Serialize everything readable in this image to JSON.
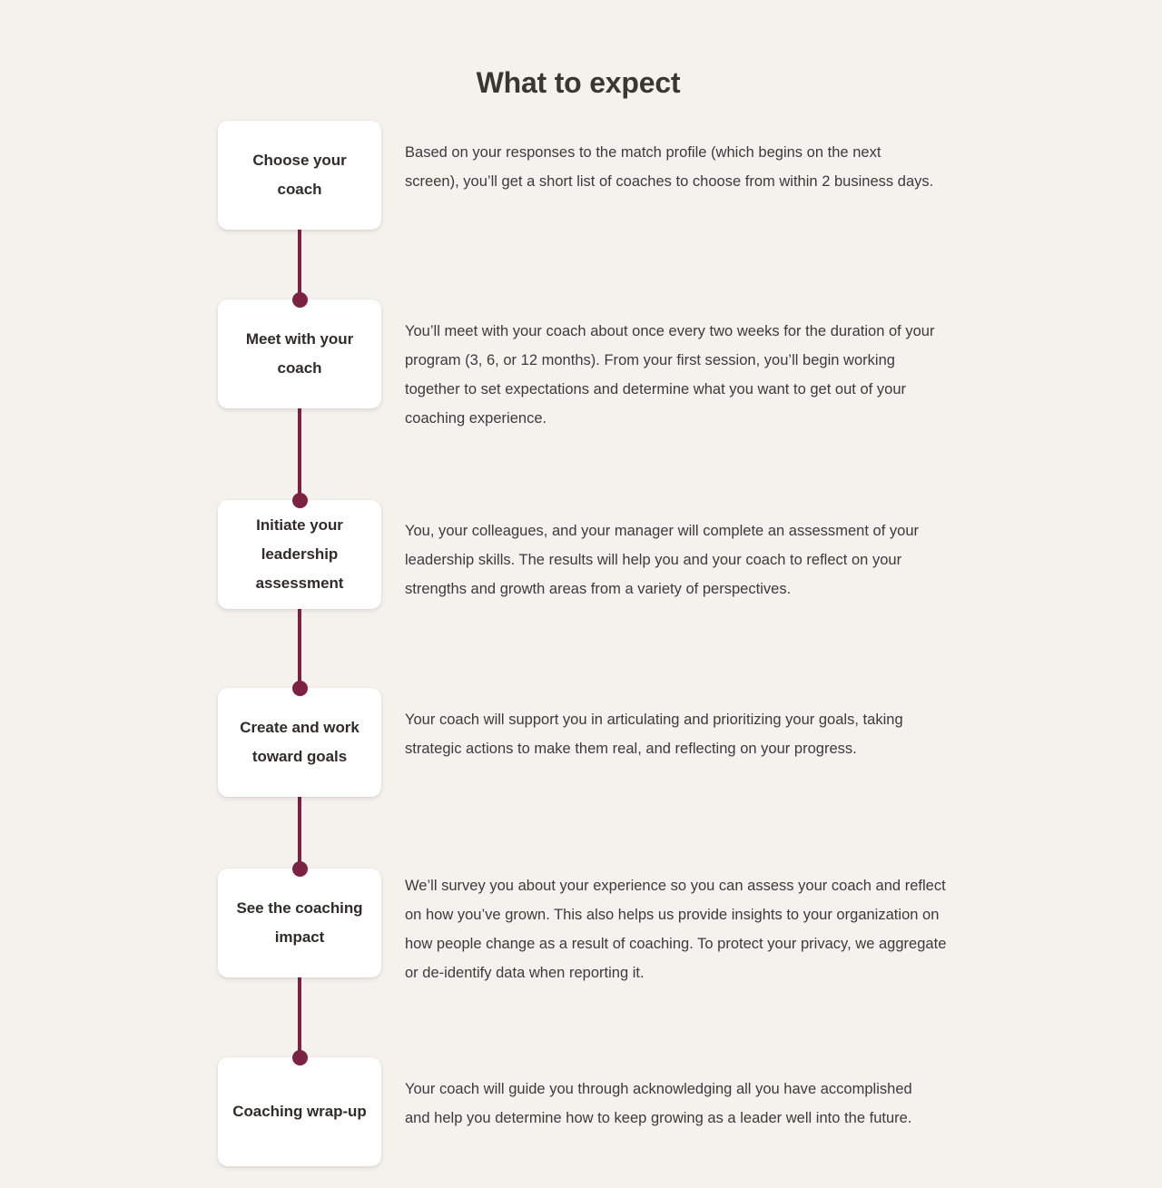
{
  "page": {
    "title": "What to expect",
    "background_color": "#f5f1ed",
    "accent_color": "#7c2142",
    "card_background": "#ffffff",
    "title_color": "#3a3733",
    "body_text_color": "#3d3b39"
  },
  "timeline": {
    "steps": [
      {
        "title": "Choose your coach",
        "description": "Based on your responses to the match profile (which begins on the next screen), you’ll get a short list of coaches to choose from within 2 business days.",
        "has_dot": false
      },
      {
        "title": "Meet with your coach",
        "description": "You’ll meet with your coach about once every two weeks for the duration of your program (3, 6, or 12 months). From your first session, you’ll begin working together to set expectations and determine what you want to get out of your coaching experience.",
        "has_dot": true
      },
      {
        "title": "Initiate your leadership assessment",
        "description": "You, your colleagues, and your manager will complete an assessment of your leadership skills. The results will help you and your coach to reflect on your strengths and growth areas from a variety of perspectives.",
        "has_dot": true
      },
      {
        "title": "Create and work toward goals",
        "description": "Your coach will support you in articulating and prioritizing your goals, taking strategic actions to make them real, and reflecting on your progress.",
        "has_dot": true
      },
      {
        "title": "See the coaching impact",
        "description": "We’ll survey you about your experience so you can assess your coach and reflect on how you’ve grown. This also helps us provide insights to your organization on how people change as a result of coaching. To protect your privacy, we aggregate or de-identify data when reporting it.",
        "has_dot": true
      },
      {
        "title": "Coaching wrap-up",
        "description": "Your coach will guide you through acknowledging all you have accomplished and help you determine how to keep growing as a leader well into the future.",
        "has_dot": true
      }
    ]
  }
}
